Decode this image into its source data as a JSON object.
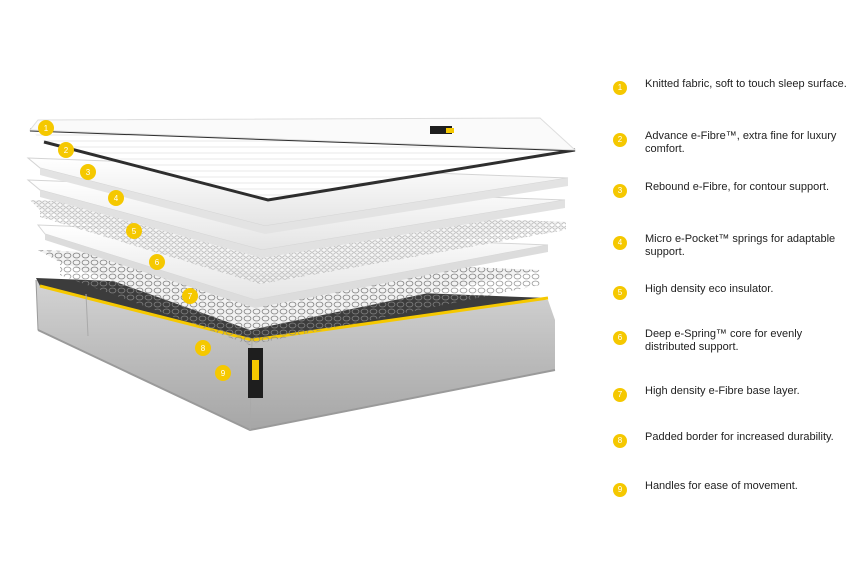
{
  "accent_color": "#f5c800",
  "legend": [
    {
      "number": "1",
      "text": "Knitted fabric, soft to touch sleep surface."
    },
    {
      "number": "2",
      "text": "Advance e-Fibre™, extra fine for luxury comfort."
    },
    {
      "number": "3",
      "text": "Rebound e-Fibre, for contour support."
    },
    {
      "number": "4",
      "text": "Micro e-Pocket™ springs for adaptable support."
    },
    {
      "number": "5",
      "text": "High density eco insulator."
    },
    {
      "number": "6",
      "text": "Deep e-Spring™ core for evenly distributed support."
    },
    {
      "number": "7",
      "text": "High density e-Fibre base layer."
    },
    {
      "number": "8",
      "text": "Padded border for increased durability."
    },
    {
      "number": "9",
      "text": "Handles for ease of movement."
    }
  ],
  "callouts": [
    "1",
    "2",
    "3",
    "4",
    "5",
    "6",
    "7",
    "8",
    "9"
  ]
}
